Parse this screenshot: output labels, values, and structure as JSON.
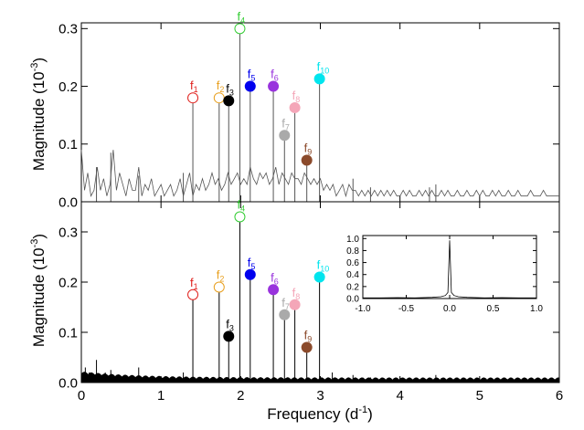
{
  "chart_data": [
    {
      "type": "line",
      "panel": "top",
      "ylabel_main": "Magnitude (10",
      "ylabel_sup": "-3",
      "ylabel_tail": ")",
      "xlim": [
        0,
        6
      ],
      "ylim": [
        0,
        0.31
      ],
      "yticks": [
        0.0,
        0.1,
        0.2,
        0.3
      ],
      "ytick_labels": [
        "0.0",
        "0.1",
        "0.2",
        "0.3"
      ],
      "xticks": [
        0,
        1,
        2,
        3,
        4,
        5,
        6
      ],
      "grid": false,
      "series": [
        {
          "style": "line",
          "color": "#555555",
          "x": [
            0.0,
            0.04,
            0.08,
            0.12,
            0.16,
            0.2,
            0.24,
            0.28,
            0.32,
            0.36,
            0.4,
            0.44,
            0.48,
            0.52,
            0.56,
            0.6,
            0.64,
            0.68,
            0.72,
            0.76,
            0.8,
            0.84,
            0.88,
            0.92,
            0.96,
            1.0,
            1.04,
            1.08,
            1.12,
            1.16,
            1.2,
            1.24,
            1.28,
            1.32,
            1.36,
            1.4,
            1.44,
            1.48,
            1.52,
            1.56,
            1.6,
            1.64,
            1.68,
            1.72,
            1.76,
            1.8,
            1.84,
            1.88,
            1.92,
            1.96,
            2.0,
            2.04,
            2.08,
            2.12,
            2.16,
            2.2,
            2.24,
            2.28,
            2.32,
            2.36,
            2.4,
            2.44,
            2.48,
            2.52,
            2.56,
            2.6,
            2.64,
            2.68,
            2.72,
            2.76,
            2.8,
            2.84,
            2.88,
            2.92,
            2.96,
            3.0,
            3.04,
            3.08,
            3.12,
            3.16,
            3.2,
            3.24,
            3.28,
            3.32,
            3.36,
            3.4,
            3.44,
            3.48,
            3.52,
            3.56,
            3.6,
            3.64,
            3.68,
            3.72,
            3.76,
            3.8,
            3.84,
            3.88,
            3.92,
            3.96,
            4.0,
            4.04,
            4.08,
            4.12,
            4.16,
            4.2,
            4.24,
            4.28,
            4.32,
            4.36,
            4.4,
            4.44,
            4.48,
            4.52,
            4.56,
            4.6,
            4.64,
            4.68,
            4.72,
            4.76,
            4.8,
            4.84,
            4.88,
            4.92,
            4.96,
            5.0,
            5.04,
            5.08,
            5.12,
            5.16,
            5.2,
            5.24,
            5.28,
            5.32,
            5.36,
            5.4,
            5.44,
            5.48,
            5.52,
            5.56,
            5.6,
            5.64,
            5.68,
            5.72,
            5.76,
            5.8,
            5.84,
            5.88,
            5.92,
            5.96,
            6.0
          ],
          "y": [
            0.09,
            0.02,
            0.05,
            0.01,
            0.02,
            0.06,
            0.02,
            0.04,
            0.01,
            0.03,
            0.09,
            0.02,
            0.05,
            0.03,
            0.01,
            0.04,
            0.02,
            0.02,
            0.06,
            0.01,
            0.03,
            0.02,
            0.04,
            0.01,
            0.02,
            0.03,
            0.01,
            0.02,
            0.03,
            0.01,
            0.02,
            0.04,
            0.01,
            0.03,
            0.05,
            0.01,
            0.03,
            0.02,
            0.04,
            0.02,
            0.03,
            0.05,
            0.03,
            0.04,
            0.02,
            0.03,
            0.05,
            0.03,
            0.04,
            0.05,
            0.03,
            0.04,
            0.03,
            0.06,
            0.04,
            0.03,
            0.05,
            0.04,
            0.05,
            0.03,
            0.04,
            0.06,
            0.03,
            0.05,
            0.04,
            0.03,
            0.05,
            0.04,
            0.04,
            0.03,
            0.05,
            0.04,
            0.03,
            0.04,
            0.03,
            0.04,
            0.02,
            0.03,
            0.02,
            0.03,
            0.01,
            0.02,
            0.03,
            0.01,
            0.03,
            0.02,
            0.02,
            0.01,
            0.02,
            0.01,
            0.02,
            0.01,
            0.02,
            0.01,
            0.02,
            0.01,
            0.02,
            0.01,
            0.02,
            0.01,
            0.01,
            0.02,
            0.01,
            0.02,
            0.01,
            0.01,
            0.02,
            0.01,
            0.02,
            0.01,
            0.02,
            0.01,
            0.01,
            0.02,
            0.01,
            0.02,
            0.01,
            0.01,
            0.02,
            0.01,
            0.01,
            0.02,
            0.01,
            0.01,
            0.02,
            0.01,
            0.02,
            0.01,
            0.01,
            0.02,
            0.01,
            0.02,
            0.01,
            0.01,
            0.02,
            0.01,
            0.01,
            0.02,
            0.01,
            0.01,
            0.01,
            0.02,
            0.01,
            0.01,
            0.01,
            0.02,
            0.01,
            0.01,
            0.01,
            0.01,
            0.01
          ]
        },
        {
          "style": "spikes",
          "color": "#555555",
          "x": [
            0.19,
            0.37,
            0.72,
            1.28,
            1.4,
            1.73,
            1.85,
            1.99,
            2.12,
            2.41,
            2.55,
            2.68,
            2.83,
            2.99,
            3.41,
            3.63,
            4.37,
            4.45
          ],
          "y": [
            0.06,
            0.085,
            0.045,
            0.05,
            0.18,
            0.18,
            0.175,
            0.305,
            0.2,
            0.2,
            0.115,
            0.16,
            0.07,
            0.21,
            0.04,
            0.025,
            0.025,
            0.03
          ]
        }
      ],
      "markers": [
        {
          "label": "f",
          "sub": "1",
          "x": 1.4,
          "y": 0.18,
          "color": "#e0201c",
          "filled": false
        },
        {
          "label": "f",
          "sub": "2",
          "x": 1.73,
          "y": 0.18,
          "color": "#e8a020",
          "filled": false
        },
        {
          "label": "f",
          "sub": "3",
          "x": 1.85,
          "y": 0.175,
          "color": "#000000",
          "filled": true
        },
        {
          "label": "f",
          "sub": "4",
          "x": 1.99,
          "y": 0.3,
          "color": "#33cc33",
          "filled": false
        },
        {
          "label": "f",
          "sub": "5",
          "x": 2.12,
          "y": 0.2,
          "color": "#0000ee",
          "filled": true
        },
        {
          "label": "f",
          "sub": "6",
          "x": 2.41,
          "y": 0.2,
          "color": "#9933dd",
          "filled": true
        },
        {
          "label": "f",
          "sub": "7",
          "x": 2.55,
          "y": 0.115,
          "color": "#aaaaaa",
          "filled": true
        },
        {
          "label": "f",
          "sub": "8",
          "x": 2.68,
          "y": 0.163,
          "color": "#f4a6b8",
          "filled": true
        },
        {
          "label": "f",
          "sub": "9",
          "x": 2.83,
          "y": 0.072,
          "color": "#8b4a2b",
          "filled": true
        },
        {
          "label": "f",
          "sub": "10",
          "x": 2.99,
          "y": 0.213,
          "color": "#00e5ee",
          "filled": true
        }
      ]
    },
    {
      "type": "line",
      "panel": "bottom",
      "ylabel_main": "Magnitude (10",
      "ylabel_sup": "-3",
      "ylabel_tail": ")",
      "xlabel_main": "Frequency (d",
      "xlabel_sup": "-1",
      "xlabel_tail": ")",
      "xlim": [
        0,
        6
      ],
      "ylim": [
        0,
        0.36
      ],
      "yticks": [
        0.0,
        0.1,
        0.2,
        0.3
      ],
      "ytick_labels": [
        "0.0",
        "0.1",
        "0.2",
        "0.3"
      ],
      "xticks": [
        0,
        1,
        2,
        3,
        4,
        5,
        6
      ],
      "xtick_labels": [
        "0",
        "1",
        "2",
        "3",
        "4",
        "5",
        "6"
      ],
      "grid": false,
      "series": [
        {
          "style": "spikes",
          "color": "#000000",
          "x": [
            0.05,
            0.1,
            0.19,
            0.3,
            0.37,
            0.44,
            0.72,
            1.0,
            1.28,
            1.4,
            1.73,
            1.85,
            1.99,
            2.12,
            2.41,
            2.55,
            2.68,
            2.83,
            2.99,
            3.15,
            3.41,
            3.63,
            4.0,
            4.37,
            4.45
          ],
          "y": [
            0.03,
            0.02,
            0.045,
            0.02,
            0.025,
            0.015,
            0.03,
            0.01,
            0.02,
            0.175,
            0.19,
            0.092,
            0.33,
            0.215,
            0.185,
            0.135,
            0.155,
            0.07,
            0.21,
            0.02,
            0.015,
            0.01,
            0.01,
            0.01,
            0.015
          ]
        }
      ],
      "markers": [
        {
          "label": "f",
          "sub": "1",
          "x": 1.4,
          "y": 0.175,
          "color": "#e0201c",
          "filled": false
        },
        {
          "label": "f",
          "sub": "2",
          "x": 1.73,
          "y": 0.19,
          "color": "#e8a020",
          "filled": false
        },
        {
          "label": "f",
          "sub": "3",
          "x": 1.85,
          "y": 0.092,
          "color": "#000000",
          "filled": true
        },
        {
          "label": "f",
          "sub": "4",
          "x": 1.99,
          "y": 0.33,
          "color": "#33cc33",
          "filled": false
        },
        {
          "label": "f",
          "sub": "5",
          "x": 2.12,
          "y": 0.215,
          "color": "#0000ee",
          "filled": true
        },
        {
          "label": "f",
          "sub": "6",
          "x": 2.41,
          "y": 0.185,
          "color": "#9933dd",
          "filled": true
        },
        {
          "label": "f",
          "sub": "7",
          "x": 2.55,
          "y": 0.135,
          "color": "#aaaaaa",
          "filled": true
        },
        {
          "label": "f",
          "sub": "8",
          "x": 2.68,
          "y": 0.155,
          "color": "#f4a6b8",
          "filled": true
        },
        {
          "label": "f",
          "sub": "9",
          "x": 2.83,
          "y": 0.07,
          "color": "#8b4a2b",
          "filled": true
        },
        {
          "label": "f",
          "sub": "10",
          "x": 2.99,
          "y": 0.21,
          "color": "#00e5ee",
          "filled": true
        }
      ]
    },
    {
      "type": "line",
      "panel": "inset",
      "xlim": [
        -1.0,
        1.0
      ],
      "ylim": [
        0,
        1.05
      ],
      "xticks": [
        -1.0,
        -0.5,
        0.0,
        0.5,
        1.0
      ],
      "xtick_labels": [
        "-1.0",
        "-0.5",
        "0.0",
        "0.5",
        "1.0"
      ],
      "yticks": [
        0.0,
        0.2,
        0.4,
        0.6,
        0.8,
        1.0
      ],
      "ytick_labels": [
        "0.0",
        "0.2",
        "0.4",
        "0.6",
        "0.8",
        "1.0"
      ],
      "series": [
        {
          "style": "window",
          "color": "#000000",
          "x": [
            -1.0,
            -0.8,
            -0.6,
            -0.4,
            -0.2,
            -0.1,
            -0.05,
            -0.02,
            0.0,
            0.02,
            0.05,
            0.1,
            0.2,
            0.4,
            0.6,
            0.8,
            1.0
          ],
          "y": [
            0.01,
            0.01,
            0.015,
            0.01,
            0.02,
            0.03,
            0.05,
            0.1,
            0.97,
            0.1,
            0.05,
            0.03,
            0.02,
            0.01,
            0.015,
            0.01,
            0.01
          ]
        }
      ]
    }
  ]
}
